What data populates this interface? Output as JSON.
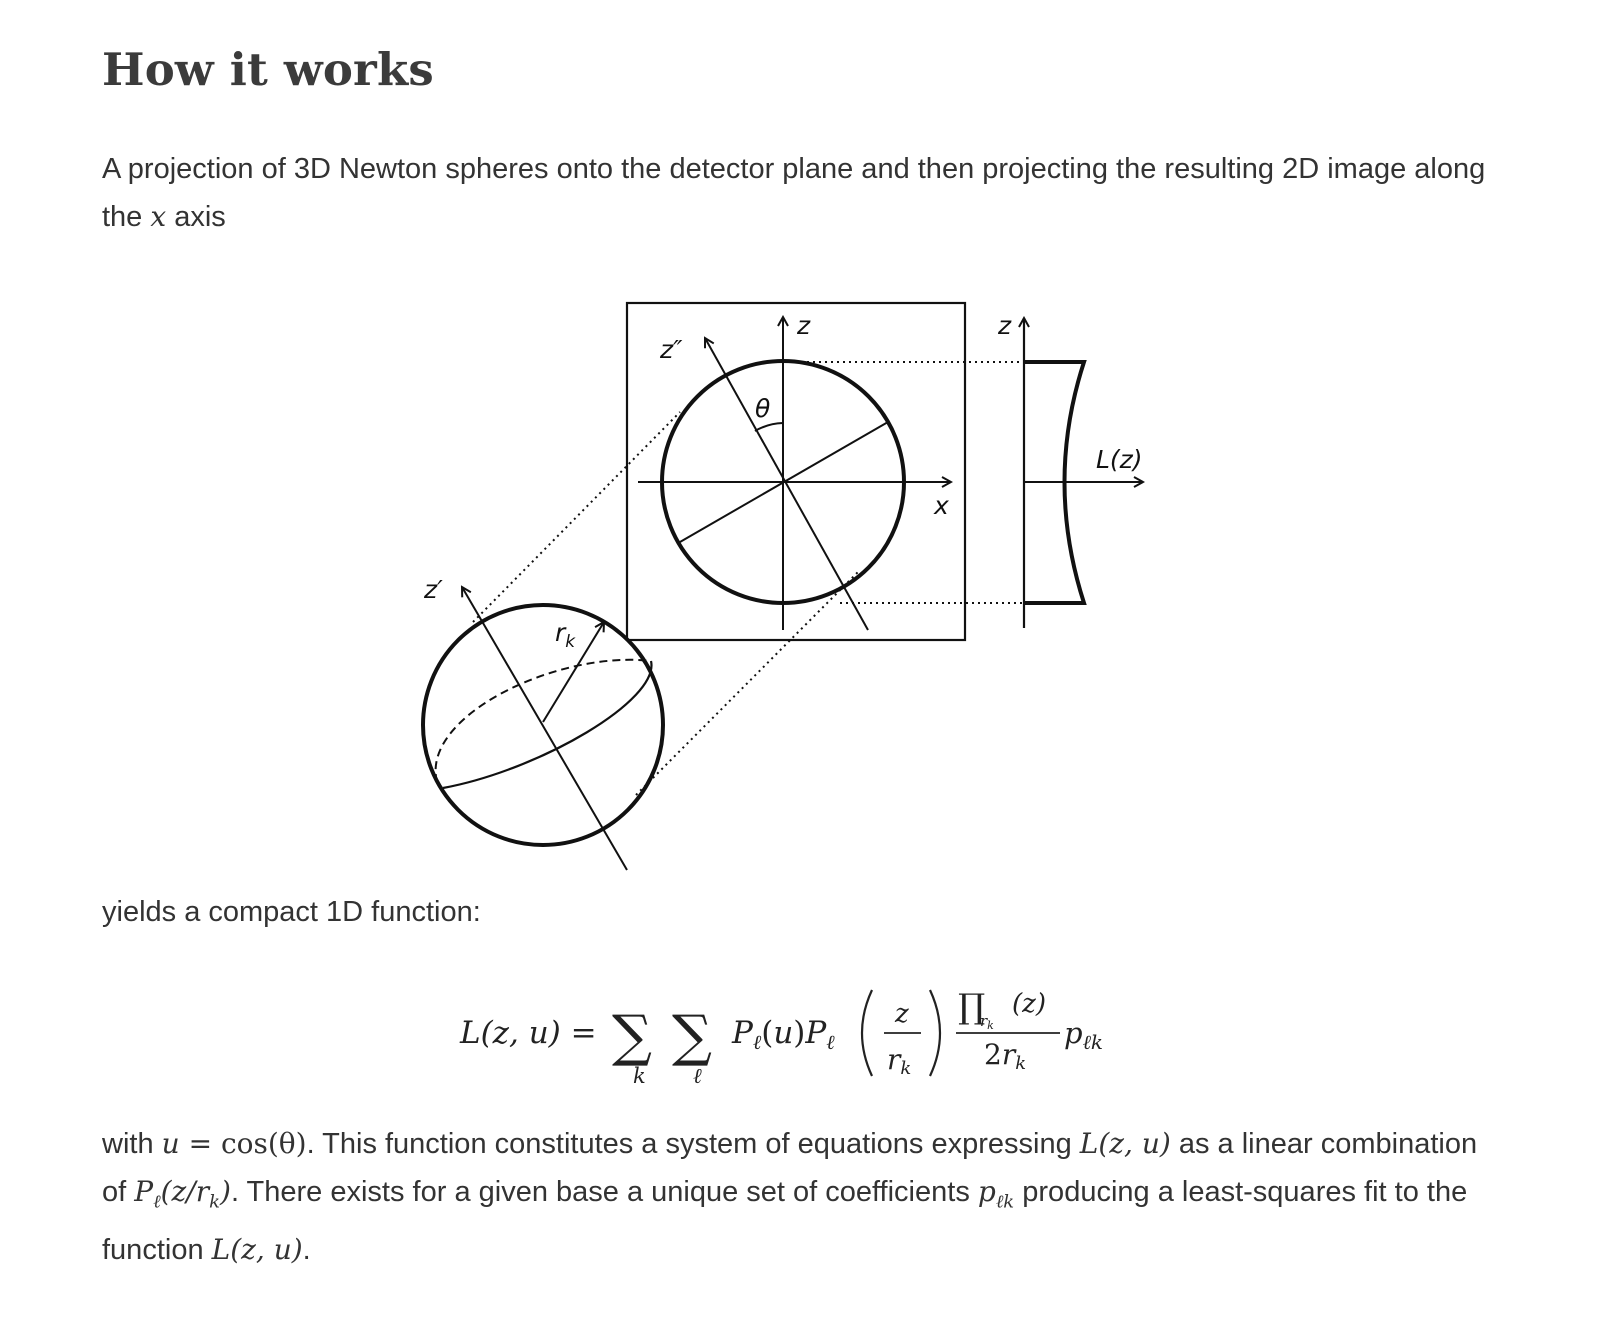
{
  "heading": "How it works",
  "para1": {
    "before": "A projection of 3D Newton spheres onto the detector plane and then projecting the resulting 2D image along the ",
    "math_x": "x",
    "after": " axis"
  },
  "diagram": {
    "label_z": "z",
    "label_z_right": "z",
    "label_z_double_prime": "z″",
    "label_theta": "θ",
    "label_x": "x",
    "label_Lz": "L(z)",
    "label_z_prime": "z′",
    "label_rk_main": "r",
    "label_rk_sub": "k"
  },
  "para2": {
    "text": "yields a compact 1D function:"
  },
  "equation": {
    "lhs": "L(z, u) =",
    "sum_k": "k",
    "sum_l": "ℓ",
    "term": "P",
    "frac_num": "z",
    "frac_den": "r",
    "pi_num": "(z)",
    "pi_den": "2r",
    "coef": "p"
  },
  "para3": {
    "t1": "with ",
    "m1": "u",
    "m1b": " = cos(θ)",
    "t2": ". This function constitutes a system of equations expressing ",
    "m2": "L(z, u)",
    "t3": " as a linear combination of ",
    "m3": "P",
    "m3b": "(z/r",
    "m3c": ")",
    "t4": ". There exists for a given base a unique set of coefficients ",
    "m4": "p",
    "t5": " producing a least-squares fit to the function ",
    "m5": "L(z, u)",
    "t6": "."
  }
}
